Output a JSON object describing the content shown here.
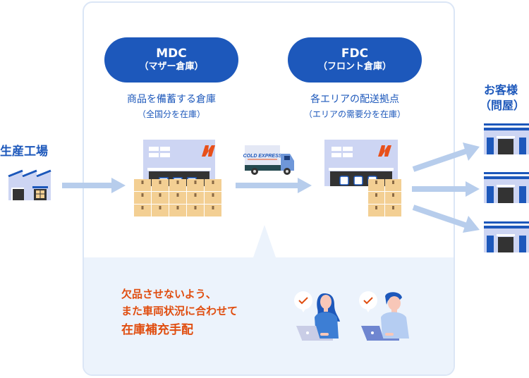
{
  "factory": {
    "label": "生産工場"
  },
  "mdc": {
    "title": "MDC",
    "subtitle": "（マザー倉庫）",
    "description": "商品を備蓄する倉庫",
    "note": "（全国分を在庫）"
  },
  "fdc": {
    "title": "FDC",
    "subtitle": "（フロント倉庫）",
    "description": "各エリアの配送拠点",
    "note": "（エリアの需要分を在庫）"
  },
  "truck": {
    "brand": "COLD EXPRESS"
  },
  "customers": {
    "label_line1": "お客様",
    "label_line2": "（問屋）",
    "count": 3
  },
  "callout": {
    "line1": "欠品させないよう、",
    "line2": "また車両状況に合わせて",
    "line3": "在庫補充手配"
  },
  "colors": {
    "brand_blue": "#1d58bb",
    "accent_orange": "#e04d0f",
    "arrow": "#b7cdec",
    "box": "#f3cf93",
    "building": "#cdd5f3"
  }
}
